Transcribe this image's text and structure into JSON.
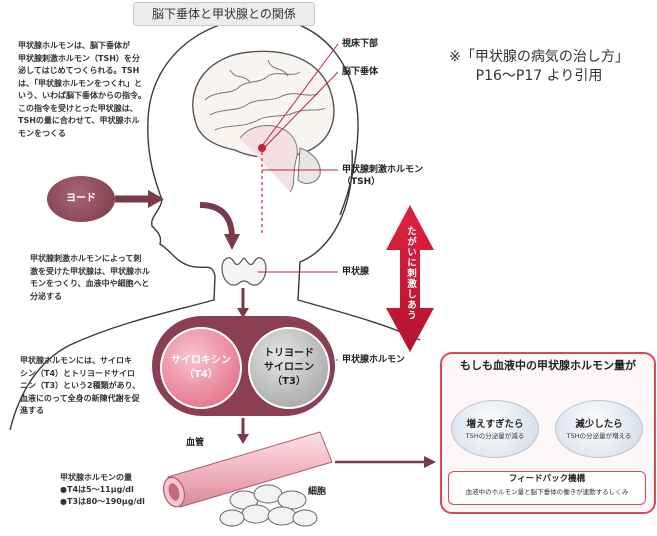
{
  "title": "脳下垂体と甲状腺との関係",
  "citation": {
    "line1": "※「甲状腺の病気の治し方」",
    "line2": "P16～P17 より引用"
  },
  "paragraphs": {
    "pituitary": [
      "甲状腺ホルモンは、脳下垂体が",
      "甲状腺刺激ホルモン（TSH）を分",
      "泌してはじめてつくられる。TSH",
      "は、「甲状腺ホルモンをつくれ」と",
      "いう、いわば脳下垂体からの指令。",
      "この指令を受けとった甲状腺は、",
      "TSHの量に合わせて、甲状腺ホル",
      "モンをつくる"
    ],
    "thyroid": [
      "甲状腺刺激ホルモンによって刺",
      "激を受けた甲状腺は、甲状腺ホル",
      "モンをつくり、血液中や細胞へと",
      "分泌する"
    ],
    "hormones": [
      "甲状腺ホルモンには、サイロキ",
      "シン（T4）とトリヨードサイロ",
      "ニン（T3）という2種類があり、",
      "血液にのって全身の新陳代謝を促",
      "進する"
    ]
  },
  "labels": {
    "hypothalamus": "視床下部",
    "pituitary": "脳下垂体",
    "tsh": [
      "甲状腺刺激ホルモン",
      "（TSH）"
    ],
    "thyroid": "甲状腺",
    "thyroid_hormone": "甲状腺ホルモン",
    "blood_vessel": "血管",
    "cells": "細胞",
    "mutual": "たがいに刺激しあう",
    "iodine": "ヨード"
  },
  "circles": {
    "t4": {
      "name": "サイロキシン",
      "code": "（T4）"
    },
    "t3": {
      "name": [
        "トリヨード",
        "サイロニン"
      ],
      "code": "（T3）"
    }
  },
  "amounts": {
    "heading": "甲状腺ホルモンの量",
    "t4": "●T4は5〜11μg/dl",
    "t3": "●T3は80〜190μg/dl"
  },
  "feedback": {
    "title": "もしも血液中の甲状腺ホルモン量が",
    "increase": {
      "big": "増えすぎたら",
      "small": "TSHの分泌量が減る"
    },
    "decrease": {
      "big": "減少したら",
      "small": "TSHの分泌量が増える"
    },
    "mechanism": {
      "title": "フィードバック機構",
      "desc": "血液中のホルモン量と脳下垂体の働きが連動するしくみ"
    }
  },
  "colors": {
    "accent_red": "#d94a58",
    "maroon": "#7a3a4a",
    "arrow_red": "#c0243a"
  }
}
